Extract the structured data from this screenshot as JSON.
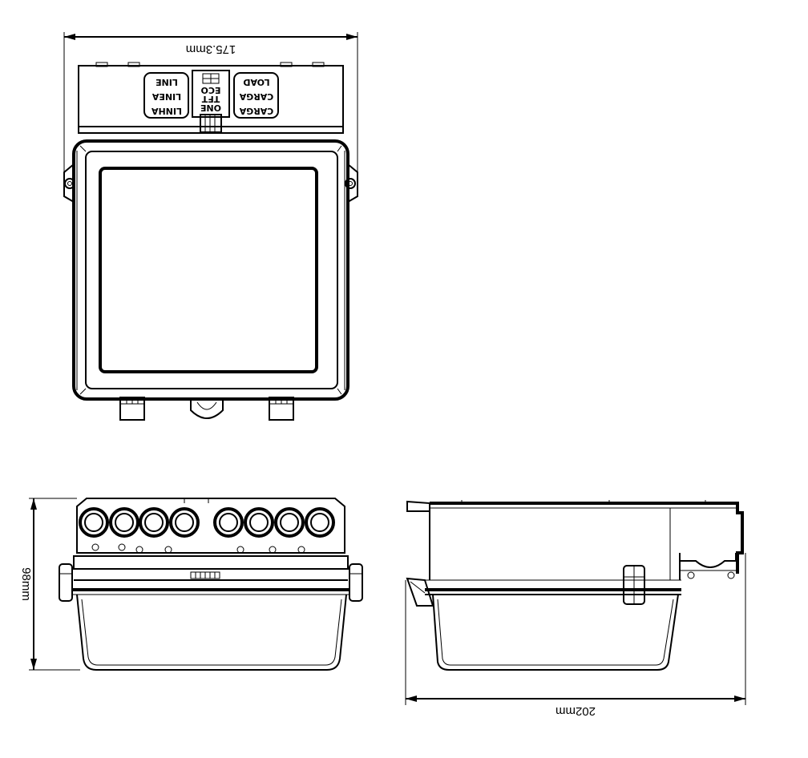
{
  "dimensions": {
    "width": "175.3mm",
    "height": "98mm",
    "depth": "202mm"
  },
  "cap_labels": {
    "line_left": [
      "LINE",
      "LINEA",
      "LINHA"
    ],
    "center": [
      "ECO",
      "TFT",
      "ONE"
    ],
    "load_right": [
      "LOAD",
      "CARGA",
      "CARGA"
    ]
  }
}
